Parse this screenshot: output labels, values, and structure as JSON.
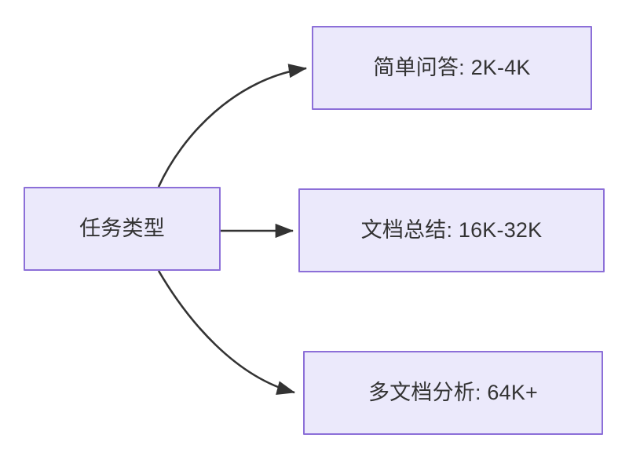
{
  "diagram": {
    "type": "flowchart",
    "direction": "left-to-right",
    "background_color": "#ffffff",
    "node_fill_color": "#ebe9fb",
    "node_border_color": "#8c6fd8",
    "node_text_color": "#333333",
    "edge_color": "#333333",
    "nodes": [
      {
        "id": "source",
        "label": "任务类型"
      },
      {
        "id": "simple",
        "label": "简单问答: 2K-4K"
      },
      {
        "id": "doc",
        "label": "文档总结: 16K-32K"
      },
      {
        "id": "multidoc",
        "label": "多文档分析: 64K+"
      }
    ],
    "edges": [
      {
        "id": "edge-source-simple",
        "from": "source",
        "to": "simple",
        "style": "curved",
        "label": ""
      },
      {
        "id": "edge-source-doc",
        "from": "source",
        "to": "doc",
        "style": "straight",
        "label": ""
      },
      {
        "id": "edge-source-multidoc",
        "from": "source",
        "to": "multidoc",
        "style": "curved",
        "label": ""
      }
    ]
  }
}
